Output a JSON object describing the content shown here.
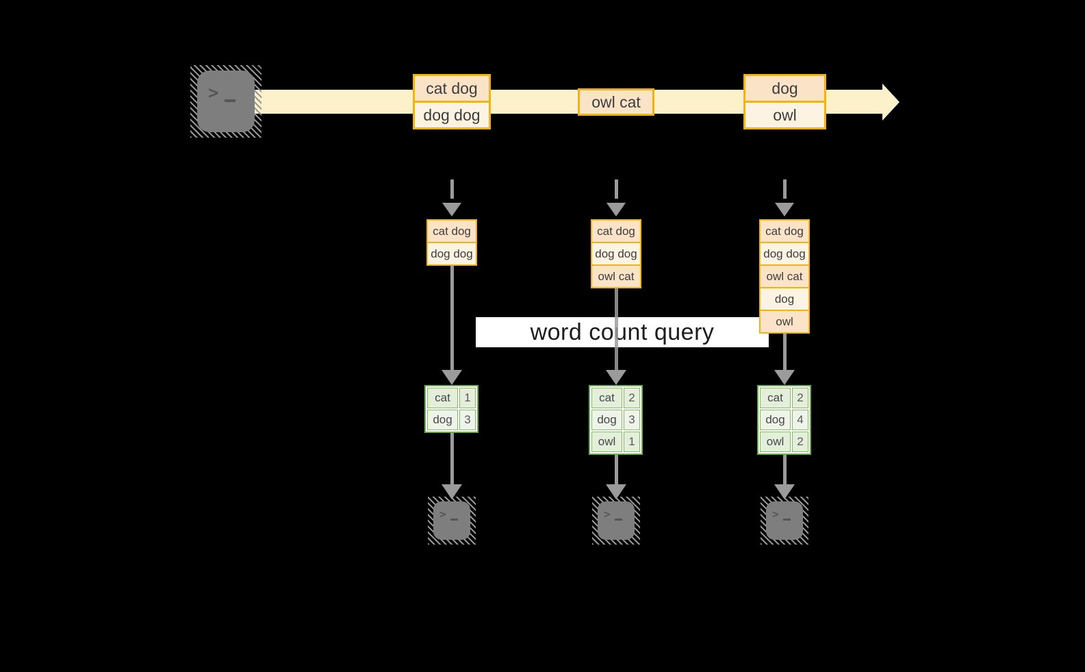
{
  "background": "#000000",
  "colors": {
    "accent_orange_border": "#F0B310",
    "record_peach": "#FAE3C6",
    "record_cream": "#FDF3E3",
    "stream_band": "#FCF1CB",
    "accent_green_border": "#6FAC4B",
    "count_cell_green": "#E3EEDB",
    "count_cell_green_alt": "#EEF4E9",
    "arrow_gray": "#9B9B9B",
    "terminal_gray": "#7E7E7E",
    "query_band_bg": "#FFFFFF",
    "text_dark": "#3D3D3D"
  },
  "source_terminal": {
    "icon": "terminal-icon",
    "glyph": ">"
  },
  "timeline": {
    "batches": [
      {
        "rows": [
          "cat dog",
          "dog dog"
        ]
      },
      {
        "rows": [
          "owl cat"
        ]
      },
      {
        "rows": [
          "dog",
          "owl"
        ]
      }
    ]
  },
  "query_band": {
    "label": "word count query"
  },
  "columns": [
    {
      "state_rows": [
        "cat dog",
        "dog dog"
      ],
      "counts": [
        [
          "cat",
          "1"
        ],
        [
          "dog",
          "3"
        ]
      ]
    },
    {
      "state_rows": [
        "cat dog",
        "dog dog",
        "owl cat"
      ],
      "counts": [
        [
          "cat",
          "2"
        ],
        [
          "dog",
          "3"
        ],
        [
          "owl",
          "1"
        ]
      ]
    },
    {
      "state_rows": [
        "cat dog",
        "dog dog",
        "owl cat",
        "dog",
        "owl"
      ],
      "counts": [
        [
          "cat",
          "2"
        ],
        [
          "dog",
          "4"
        ],
        [
          "owl",
          "2"
        ]
      ]
    }
  ],
  "output_terminals": [
    {
      "glyph": ">"
    },
    {
      "glyph": ">"
    },
    {
      "glyph": ">"
    }
  ]
}
